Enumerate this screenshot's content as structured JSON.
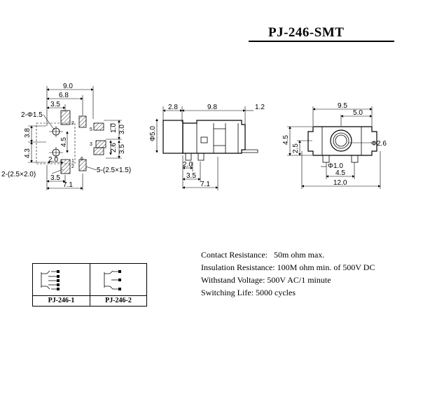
{
  "title": "PJ-246-SMT",
  "specs": [
    {
      "label": "Contact Resistance:",
      "value": "50m ohm max."
    },
    {
      "label": "Insulation Resistance:",
      "value": "100M ohm min. of 500V DC"
    },
    {
      "label": "Withstand Voltage:",
      "value": "500V AC/1 minute"
    },
    {
      "label": "Switching Life:",
      "value": "5000 cycles"
    }
  ],
  "variants": [
    "PJ-246-1",
    "PJ-246-2"
  ],
  "top_view": {
    "dims": [
      "9.0",
      "6.8",
      "3.5",
      "2-Φ1.5",
      "3.8",
      "4.3",
      "4.5",
      "1.0",
      "3.0",
      "2.6",
      "3.5",
      "2.0",
      "2-(2.5×2.0)",
      "5-(2.5×1.5)",
      "3.5",
      "7.1"
    ],
    "pins": [
      "2",
      "5",
      "3",
      "6",
      "2",
      "1"
    ]
  },
  "side_view": {
    "dims": [
      "2.8",
      "9.8",
      "1.2",
      "Φ5.0",
      "2.0",
      "3.5",
      "7.1"
    ]
  },
  "front_view": {
    "dims": [
      "9.5",
      "5.0",
      "4.5",
      "2.5",
      "Φ2.6",
      "Φ1.0",
      "4.5",
      "12.0"
    ]
  }
}
